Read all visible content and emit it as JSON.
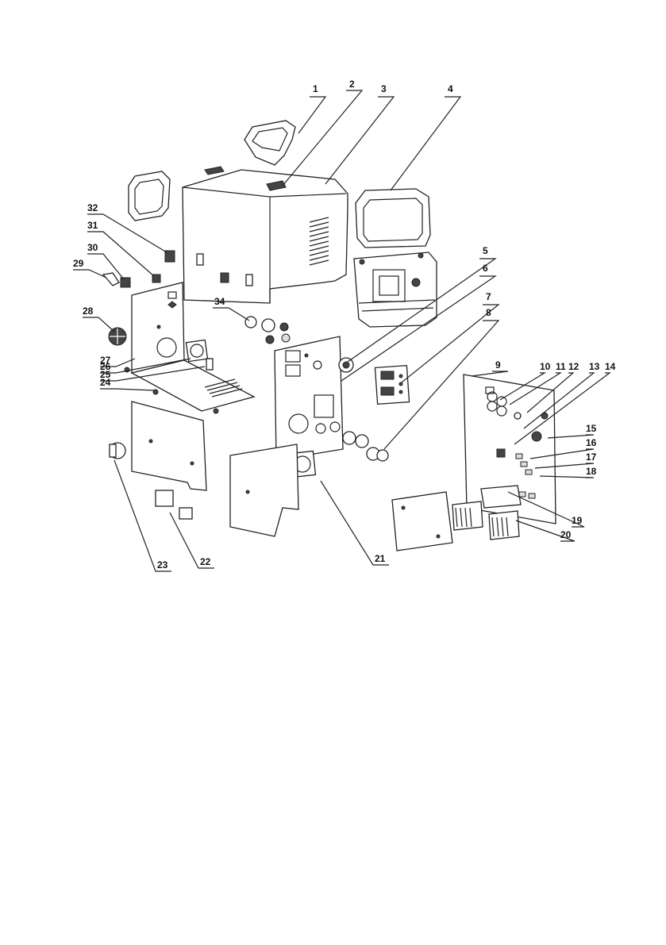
{
  "callouts": [
    {
      "id": "c1",
      "label": "1"
    },
    {
      "id": "c2",
      "label": "2"
    },
    {
      "id": "c3",
      "label": "3"
    },
    {
      "id": "c4",
      "label": "4"
    },
    {
      "id": "c5",
      "label": "5"
    },
    {
      "id": "c6",
      "label": "6"
    },
    {
      "id": "c7",
      "label": "7"
    },
    {
      "id": "c8",
      "label": "8"
    },
    {
      "id": "c9",
      "label": "9"
    },
    {
      "id": "c10",
      "label": "10"
    },
    {
      "id": "c11",
      "label": "11"
    },
    {
      "id": "c12",
      "label": "12"
    },
    {
      "id": "c13",
      "label": "13"
    },
    {
      "id": "c14",
      "label": "14"
    },
    {
      "id": "c15",
      "label": "15"
    },
    {
      "id": "c16",
      "label": "16"
    },
    {
      "id": "c17",
      "label": "17"
    },
    {
      "id": "c18",
      "label": "18"
    },
    {
      "id": "c19",
      "label": "19"
    },
    {
      "id": "c20",
      "label": "20"
    },
    {
      "id": "c21",
      "label": "21"
    },
    {
      "id": "c22",
      "label": "22"
    },
    {
      "id": "c23",
      "label": "23"
    },
    {
      "id": "c24",
      "label": "24"
    },
    {
      "id": "c25",
      "label": "25"
    },
    {
      "id": "c26",
      "label": "26"
    },
    {
      "id": "c27",
      "label": "27"
    },
    {
      "id": "c28",
      "label": "28"
    },
    {
      "id": "c29",
      "label": "29"
    },
    {
      "id": "c30",
      "label": "30"
    },
    {
      "id": "c31",
      "label": "31"
    },
    {
      "id": "c32",
      "label": "32"
    },
    {
      "id": "c34",
      "label": "34"
    }
  ]
}
